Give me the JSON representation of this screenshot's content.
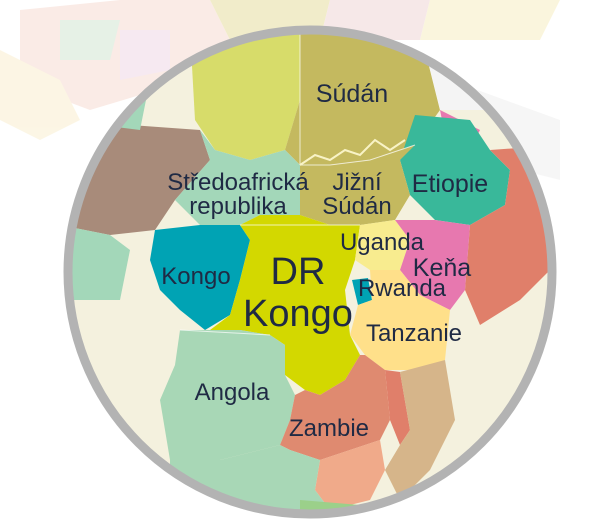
{
  "map": {
    "labels": {
      "sudan": "Súdán",
      "car_line1": "Středoafrická",
      "car_line2": "republika",
      "south_sudan_line1": "Jižní",
      "south_sudan_line2": "Súdán",
      "ethiopia": "Etiopie",
      "uganda": "Uganda",
      "kenya": "Keňa",
      "congo": "Kongo",
      "drc_line1": "DR",
      "drc_line2": "Kongo",
      "rwanda": "Rwanda",
      "tanzania": "Tanzanie",
      "angola": "Angola",
      "zambia": "Zambie"
    },
    "colors": {
      "frame_ring": "#b3b3b3",
      "label_text": "#1f2a44",
      "drc": "#d3d800",
      "sudan": "#c4b95f",
      "chad": "#d7dc6a",
      "car": "#a3d7b9",
      "cameroon": "#a88b7a",
      "congo": "#00a3b4",
      "ethiopia": "#39b89a",
      "somalia": "#e07f6a",
      "kenya": "#e778af",
      "uganda": "#f8ec8f",
      "tanzania": "#ffe08a",
      "angola": "#a8d7b6",
      "zambia": "#df8a70",
      "mozambique": "#d6b58a",
      "rwanda": "#00a3b4",
      "eritrea": "#e778af",
      "south_sudan": "#c4b95f",
      "malawi": "#e07f6a",
      "gabon": "#f5d060"
    }
  }
}
